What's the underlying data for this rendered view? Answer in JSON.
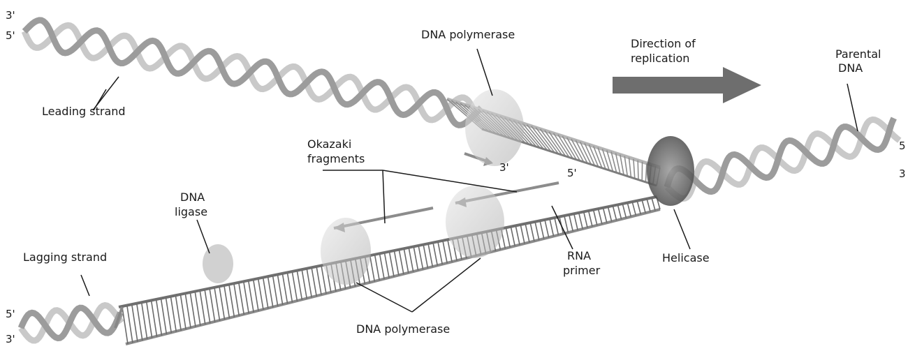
{
  "labels": {
    "dna_polymerase_top": "DNA polymerase",
    "direction_line1": "Direction of",
    "direction_line2": "replication",
    "parental_line1": "Parental",
    "parental_line2": "DNA",
    "leading_strand": "Leading strand",
    "okazaki_line1": "Okazaki",
    "okazaki_line2": "fragments",
    "dna_ligase_line1": "DNA",
    "dna_ligase_line2": "ligase",
    "lagging_strand": "Lagging strand",
    "rna_primer_line1": "RNA",
    "rna_primer_line2": "primer",
    "helicase": "Helicase",
    "dna_polymerase_bottom": "DNA polymerase"
  },
  "strand_ends": {
    "top_left_3": "3'",
    "top_left_5": "5'",
    "right_5": "5",
    "right_3": "3",
    "bottom_left_5": "5'",
    "bottom_left_3": "3'",
    "leading_3": "3'",
    "lagging_5": "5'"
  },
  "colors": {
    "strand": "#8a8a8a",
    "strand_light": "#d4d4d4",
    "enzyme": "#b8b8b8",
    "arrow": "#6e6e6e"
  },
  "icons": {
    "direction_arrow": "right-arrow-icon"
  }
}
